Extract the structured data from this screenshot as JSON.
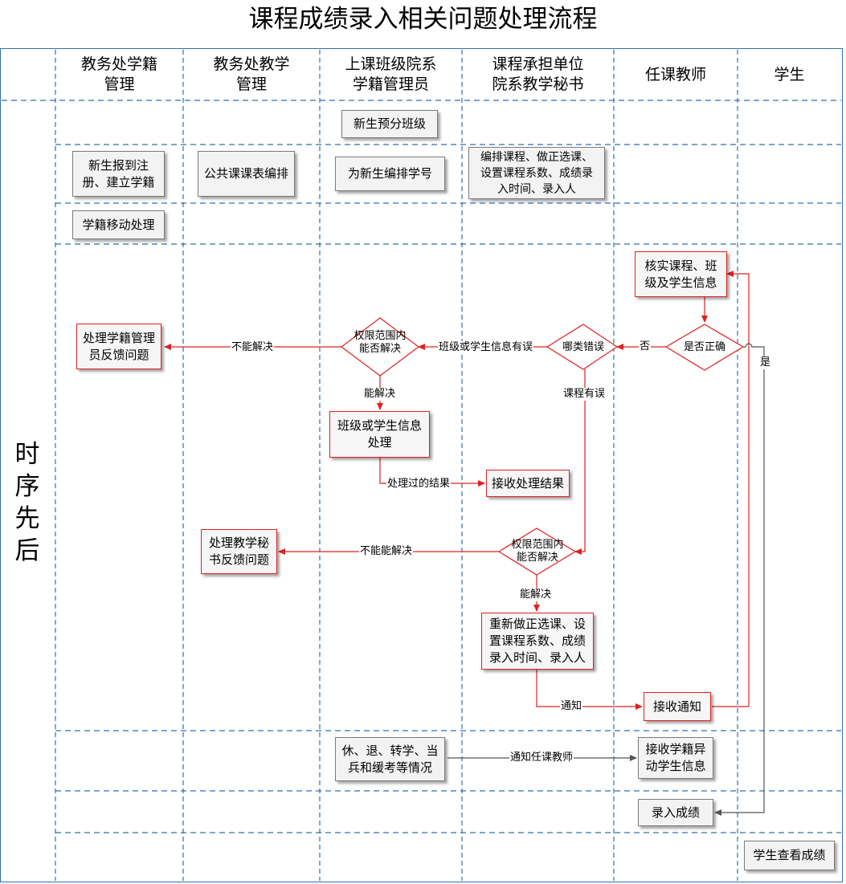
{
  "title": "课程成绩录入相关问题处理流程",
  "lanes": [
    "教务处学籍\n管理",
    "教务处教学\n管理",
    "上课班级院系\n学籍管理员",
    "课程承担单位\n院系教学秘书",
    "任课教师",
    "学生"
  ],
  "timeline_label": [
    "时",
    "序",
    "先",
    "后"
  ],
  "steps": {
    "new_student_class": "新生预分班级",
    "register": "新生报到注\n册、建立学籍",
    "public_schedule": "公共课课表编排",
    "student_number": "为新生编排学号",
    "course_setup": "编排课程、做正选课、\n设置课程系数、成绩录\n入时间、录入人",
    "status_change": "学籍移动处理",
    "verify_info": "核实课程、班\n级及学生信息",
    "handle_registry": "处理学籍管理\n员反馈问题",
    "handle_class_info": "班级或学生信息\n处理",
    "receive_result": "接收处理结果",
    "handle_secretary": "处理教学秘\n书反馈问题",
    "redo_course": "重新做正选课、设\n置课程系数、成绩\n录入时间、录入人",
    "receive_notice": "接收通知",
    "leave_cases": "休、退、转学、当\n兵和缓考等情况",
    "receive_status_change": "接收学籍异\n动学生信息",
    "enter_grades": "录入成绩",
    "view_grades": "学生查看成绩"
  },
  "decisions": {
    "is_correct": "是否正确",
    "error_type": "哪类错误",
    "can_solve_1": "权限范围内\n能否解决",
    "can_solve_2": "权限范围内\n能否解决"
  },
  "edge_labels": {
    "no": "否",
    "yes": "是",
    "class_or_student_error": "班级或学生信息有误",
    "cannot_solve_1": "不能解决",
    "can_solve_1": "能解决",
    "course_error": "课程有误",
    "processed_result": "处理过的结果",
    "cannot_solve_2": "不能能解决",
    "can_solve_2": "能解决",
    "notify": "通知",
    "notify_teacher": "通知任课教师"
  },
  "colors": {
    "lane_line": "#2f6fb0",
    "error_path": "#e02020",
    "normal_path": "#555555"
  }
}
